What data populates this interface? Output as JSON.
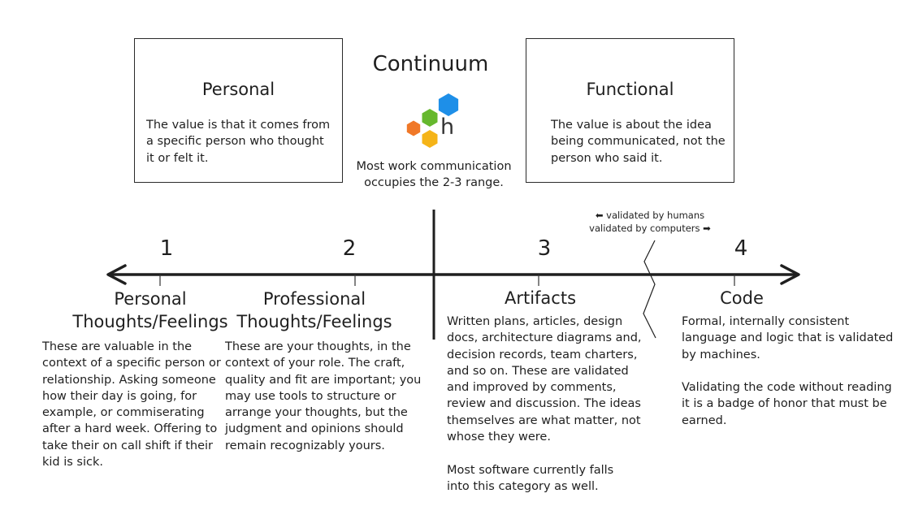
{
  "title": "Continuum",
  "center_note": "Most work communication\noccupies the 2-3 range.",
  "logo_letter": "h",
  "logo_colors": [
    "#f07828",
    "#66b82e",
    "#f5b418",
    "#1e8fe8"
  ],
  "left_box": {
    "title": "Personal",
    "text": "The value is that it comes from\na specific person who thought\nit or felt it."
  },
  "right_box": {
    "title": "Functional",
    "text": "The value is about the idea\nbeing communicated, not the\nperson who said it."
  },
  "validation_note": {
    "humans": "⬅ validated by humans",
    "computers": "validated by computers ➡"
  },
  "columns": [
    {
      "number": "1",
      "title": "Personal\nThoughts/Feelings",
      "description": "These are valuable in the\ncontext of a specific person or\nrelationship. Asking someone\nhow their day is going, for\nexample, or commiserating\nafter a hard week. Offering to\ntake their on call shift if their\nkid is sick."
    },
    {
      "number": "2",
      "title": "Professional\nThoughts/Feelings",
      "description": "These are your thoughts, in the\ncontext of your role. The craft,\nquality and fit are important; you\nmay use tools to structure or\narrange your thoughts, but the\njudgment and opinions should\nremain recognizably yours."
    },
    {
      "number": "3",
      "title": "Artifacts",
      "description": "Written plans, articles, design\ndocs, architecture diagrams and,\ndecision records, team charters,\nand so on. These are validated\nand improved by comments,\nreview and discussion. The ideas\nthemselves are what matter, not\nwhose they were.\n\nMost software currently falls\ninto this category as well."
    },
    {
      "number": "4",
      "title": "Code",
      "description": "Formal, internally consistent\nlanguage and logic that is validated\nby machines.\n\nValidating the code without reading\nit is a badge of honor that must be\nearned."
    }
  ]
}
